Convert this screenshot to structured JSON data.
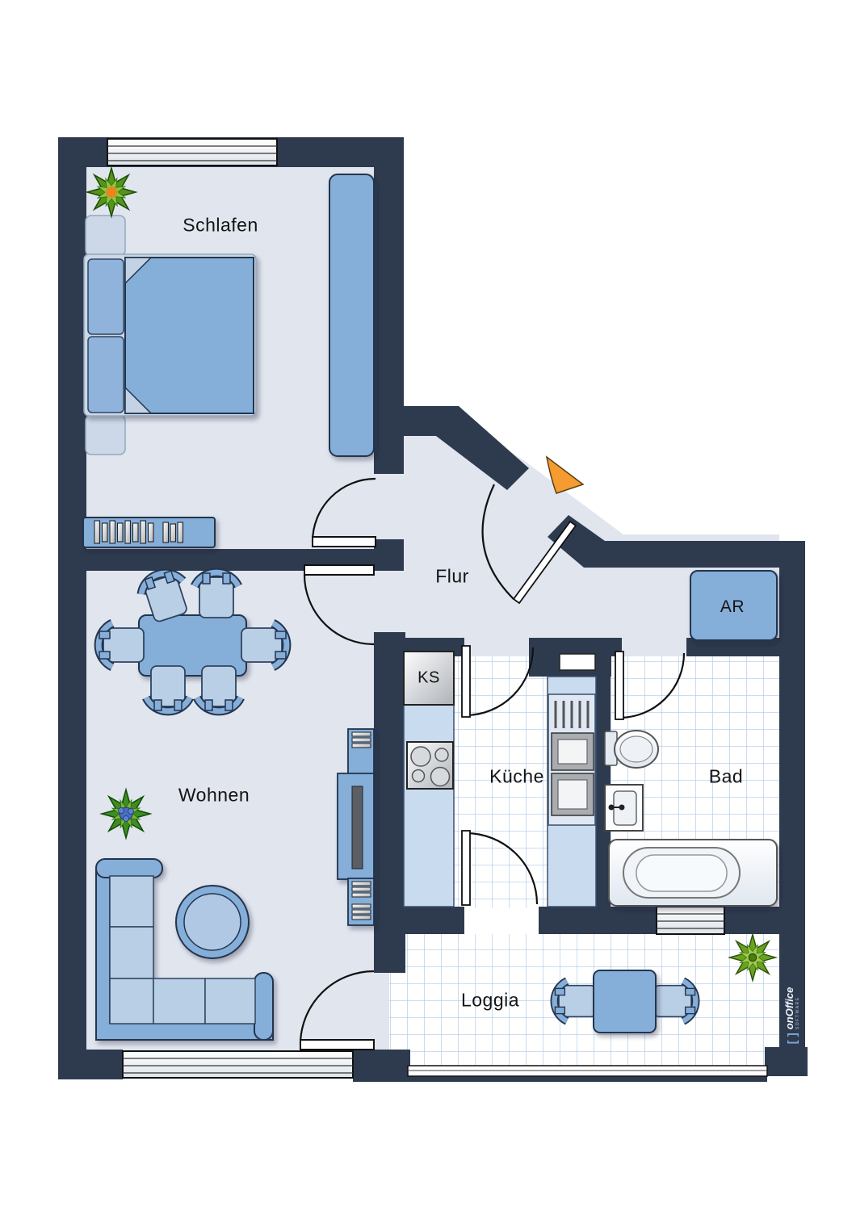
{
  "floorplan": {
    "rooms": [
      {
        "id": "schlafen",
        "label": "Schlafen"
      },
      {
        "id": "flur",
        "label": "Flur"
      },
      {
        "id": "wohnen",
        "label": "Wohnen"
      },
      {
        "id": "kueche",
        "label": "Küche"
      },
      {
        "id": "bad",
        "label": "Bad"
      },
      {
        "id": "loggia",
        "label": "Loggia"
      },
      {
        "id": "abstellraum",
        "label": "AR"
      }
    ],
    "appliances": {
      "fridge_label": "KS"
    },
    "logo": {
      "bracket": "[ ]",
      "brand": "onOffice",
      "subtitle": "SOFTWARE"
    },
    "colors": {
      "wall": "#2e3b4f",
      "floor": "#e0e5ee",
      "furniture_blue": "#85aed9",
      "furniture_light": "#b9cfe6",
      "tile_line": "#adc9e8",
      "entrance_arrow": "#f59b30"
    }
  }
}
